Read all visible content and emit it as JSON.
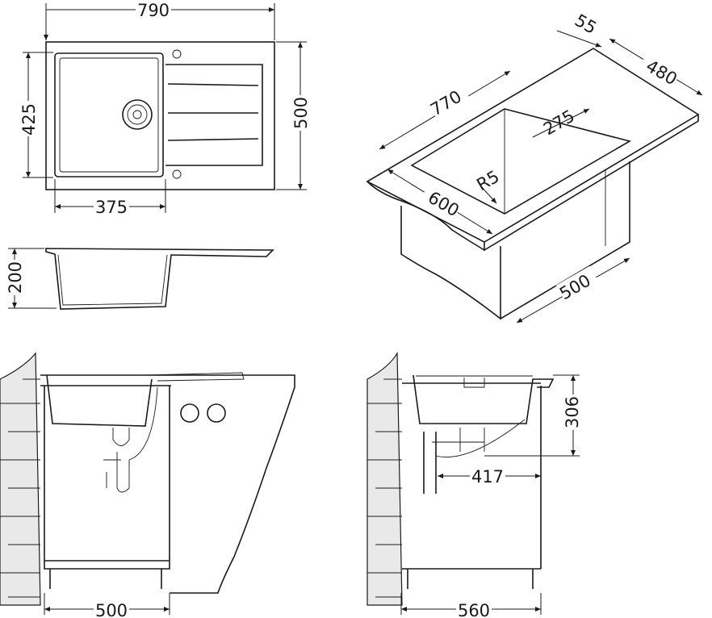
{
  "top_view": {
    "width": "790",
    "bowl_depth": "425",
    "depth": "500",
    "bowl_width": "375"
  },
  "side_view": {
    "height": "200"
  },
  "iso_view": {
    "overhang": "55",
    "depth": "480",
    "length": "770",
    "bowl_dim": "275",
    "radius": "R5",
    "cabinet_width": "600",
    "cabinet_depth": "500"
  },
  "front_view": {
    "cabinet_width": "500"
  },
  "side_install_view": {
    "height": "306",
    "offset": "417",
    "cabinet_width": "560"
  }
}
